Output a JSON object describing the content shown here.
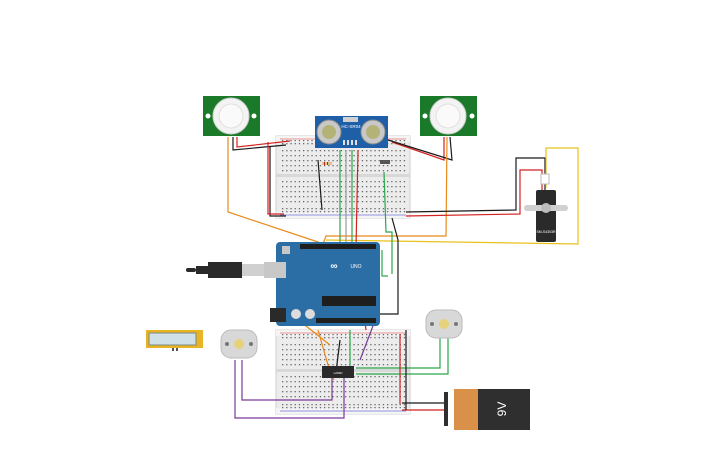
{
  "labels": {
    "ultrasonic_model": "HC-SR04",
    "arduino_brand": "UNO",
    "battery_voltage": "9V",
    "servo_label": "SM-S4303R"
  },
  "colors": {
    "breadboard": "#e8e8e8",
    "arduino": "#2b6ea6",
    "pir_board": "#1a7a2a",
    "ultrasonic_board": "#1f5fa8",
    "battery_body": "#2f2f2f",
    "battery_cap": "#d9914a",
    "motor": "#d8d8d8",
    "wire_black": "#1a1a1a",
    "wire_red": "#d42020",
    "wire_orange": "#e88a1a",
    "wire_yellow": "#e8c21a",
    "wire_green": "#2aa64a",
    "wire_purple": "#7a3a9a",
    "wire_gray": "#9a9a9a"
  }
}
